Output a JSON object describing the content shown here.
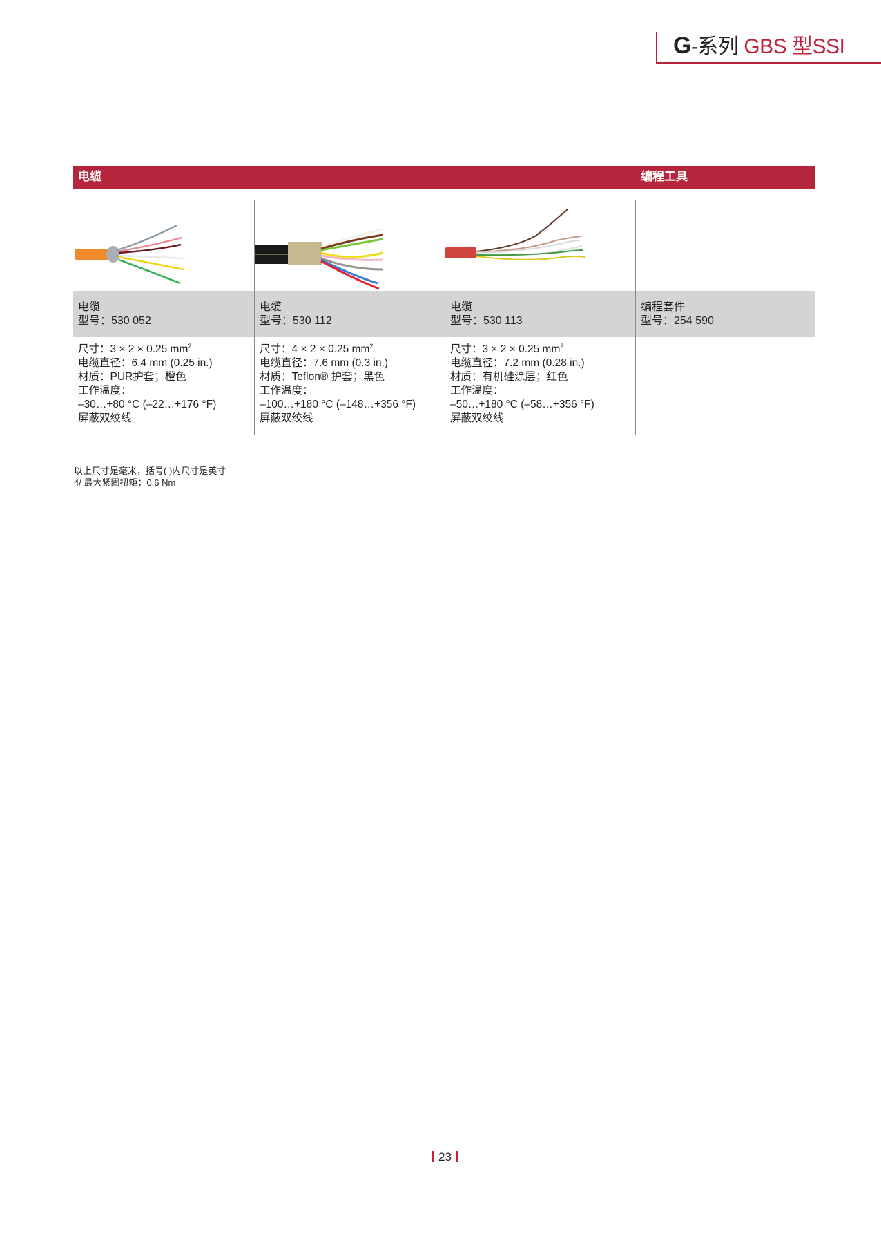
{
  "header": {
    "series_letter": "G",
    "series_suffix": "-系列",
    "model": "GBS 型SSI"
  },
  "sections": {
    "cables_title": "电缆",
    "tools_title": "编程工具"
  },
  "products": [
    {
      "image": "orange-pur-cable-photo",
      "name": "电缆",
      "model_label": "型号：530 052",
      "specs": {
        "size": "尺寸：3 × 2 × 0.25 mm",
        "size_sup": "2",
        "diameter": "电缆直径：6.4 mm (0.25 in.)",
        "material": "材质：PUR护套；橙色",
        "temp_label": "工作温度：",
        "temp_value": "–30…+80 °C (–22…+176 °F)",
        "type": "屏蔽双绞线"
      }
    },
    {
      "image": "black-teflon-cable-photo",
      "name": "电缆",
      "model_label": "型号：530 112",
      "specs": {
        "size": "尺寸：4 × 2 × 0.25 mm",
        "size_sup": "2",
        "diameter": "电缆直径：7.6 mm (0.3 in.)",
        "material": "材质：Teflon® 护套；黑色",
        "temp_label": "工作温度：",
        "temp_value": "–100…+180 °C (–148…+356 °F)",
        "type": "屏蔽双绞线"
      }
    },
    {
      "image": "red-silicone-cable-photo",
      "name": "电缆",
      "model_label": "型号：530 113",
      "specs": {
        "size": "尺寸：3 × 2 × 0.25 mm",
        "size_sup": "2",
        "diameter": "电缆直径：7.2 mm (0.28 in.)",
        "material": "材质：有机硅涂层；红色",
        "temp_label": "工作温度：",
        "temp_value": "–50…+180 °C (–58…+356 °F)",
        "type": "屏蔽双绞线"
      }
    },
    {
      "name": "编程套件",
      "model_label": "型号：254 590"
    }
  ],
  "notes": {
    "line1": "以上尺寸是毫米，括号( )内尺寸是英寸",
    "line2": "4/ 最大紧固扭矩：0.6 Nm"
  },
  "page_number": "23",
  "colors": {
    "brand_red": "#b5263d",
    "header_gray": "#d4d4d4"
  }
}
